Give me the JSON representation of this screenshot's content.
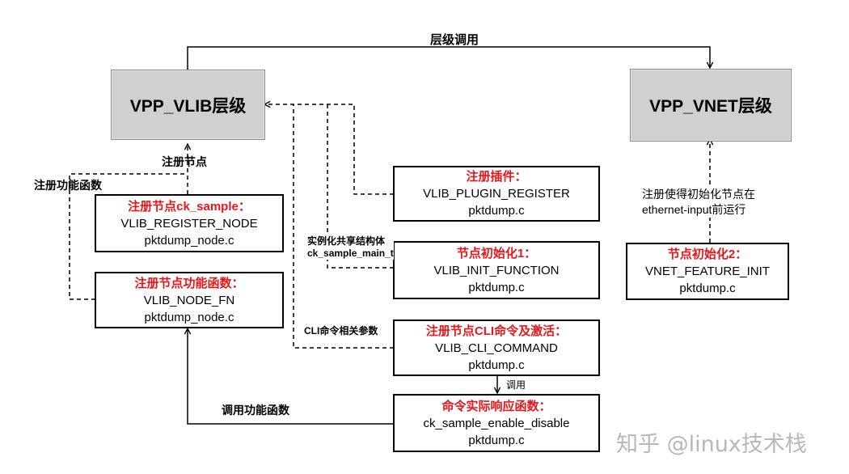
{
  "layers": {
    "vlib": "VPP_VLIB层级",
    "vnet": "VPP_VNET层级"
  },
  "boxes": {
    "plugin": {
      "title": "注册插件：",
      "macro": "VLIB_PLUGIN_REGISTER",
      "file": "pktdump.c"
    },
    "register_node": {
      "title": "注册节点ck_sample：",
      "macro": "VLIB_REGISTER_NODE",
      "file": "pktdump_node.c"
    },
    "node_fn": {
      "title": "注册节点功能函数：",
      "macro": "VLIB_NODE_FN",
      "file": "pktdump_node.c"
    },
    "init1": {
      "title": "节点初始化1：",
      "macro": "VLIB_INIT_FUNCTION",
      "file": "pktdump.c"
    },
    "cli": {
      "title": "注册节点CLI命令及激活：",
      "macro": "VLIB_CLI_COMMAND",
      "file": "pktdump.c"
    },
    "response": {
      "title": "命令实际响应函数：",
      "macro": "ck_sample_enable_disable",
      "file": "pktdump.c"
    },
    "init2": {
      "title": "节点初始化2：",
      "macro": "VNET_FEATURE_INIT",
      "file": "pktdump.c"
    }
  },
  "labels": {
    "layer_call": "层级调用",
    "register_node": "注册节点",
    "register_fn": "注册功能函数",
    "shared_struct_line1": "实例化共享结构体",
    "shared_struct_line2": "ck_sample_main_t",
    "cli_params": "CLI命令相关参数",
    "call": "调用",
    "call_fn": "调用功能函数",
    "ethernet_line1": "注册使得初始化节点在",
    "ethernet_line2": "ethernet-input前运行"
  },
  "watermark": "知乎 @linux技术栈",
  "colors": {
    "title_red": "#e8161b",
    "layer_fill": "#d0d0d0"
  }
}
